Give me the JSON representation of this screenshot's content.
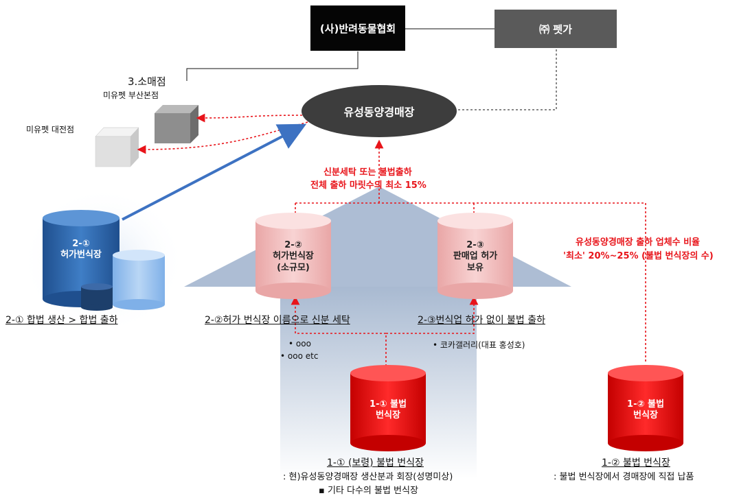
{
  "nodes": {
    "association": "(사)반려동물협회",
    "petga": "㈜ 펫가",
    "auction": "유성동양경매장",
    "retail_title": "3.소매점",
    "retail_busan": "미유펫 부산본점",
    "retail_daejeon": "미유펫 대전점"
  },
  "red_notes": {
    "laundering_line1": "신분세탁 또는 불법출하",
    "laundering_line2": "전체 출하 마릿수의 최소 15%",
    "ratio_line1": "유성동양경매장 출하 업체수 비율",
    "ratio_line2": "'최소' 20%~25% (불법 번식장의 수)"
  },
  "cylinders": {
    "c2_1": {
      "line1": "2-①",
      "line2": "허가번식장"
    },
    "c2_2": {
      "line1": "2-②",
      "line2": "허가번식장",
      "line3": "(소규모)"
    },
    "c2_3": {
      "line1": "2-③",
      "line2": "판매업 허가",
      "line3": "보유"
    },
    "c1_1": {
      "line1": "1-① 불법",
      "line2": "번식장"
    },
    "c1_2": {
      "line1": "1-② 불법",
      "line2": "번식장"
    }
  },
  "captions": {
    "legal": "2-① 합법 생산 > 합법 출하",
    "small": "2-②허가 번식장 이름으로 신분 세탁",
    "noperm": "2-③번식업 허가 없이 불법 출하",
    "bullet_ooo": "• ooo",
    "bullet_ooo_etc": "• ooo etc",
    "bullet_koka": "• 코카갤러리(대표 홍성호)",
    "c1_1_title": "1-① (보령) 불법 번식장",
    "c1_1_sub": ": 현)유성동양경매장 생산분과 회장(성명미상)",
    "c1_1_bullet": "▪ 기타 다수의 불법 번식장",
    "c1_2_title": "1-② 불법 번식장",
    "c1_2_sub": ": 불법 번식장에서 경매장에 직접 납품"
  },
  "colors": {
    "association_fill": "#050505",
    "petga_fill": "#5a5a5a",
    "auction_fill": "#3d3d3d",
    "red_text": "#e8141a",
    "legal_blue": "#2f6db5",
    "pink": "#f3c0c0",
    "illegal_red": "#e00000"
  }
}
